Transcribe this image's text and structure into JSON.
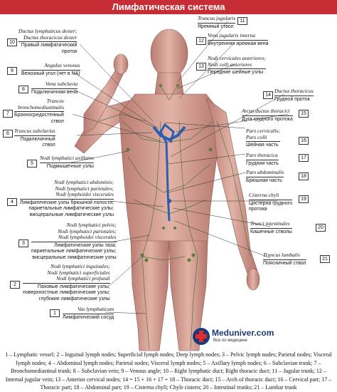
{
  "title": "Лимфатическая система",
  "labels": {
    "l10": {
      "num": "10",
      "lat": [
        "Ductus lymphaticus dexter;",
        "Ductus thoracicus dexter"
      ],
      "ru": [
        "Правый лимфатический",
        "проток"
      ]
    },
    "l9": {
      "num": "9",
      "lat": [
        "Angulus venosus"
      ],
      "ru": [
        "Венозный угол (нет в NA)"
      ]
    },
    "l8": {
      "num": "8",
      "lat": [
        "Vena subclavia"
      ],
      "ru": [
        "Подключичная вена"
      ]
    },
    "l7": {
      "num": "7",
      "lat": [
        "Truncus",
        "bronchomediastinalis"
      ],
      "ru": [
        "Бронхосредостенный",
        "ствол"
      ]
    },
    "l6": {
      "num": "6",
      "lat": [
        "Truncus subclavius"
      ],
      "ru": [
        "Подключичный",
        "ствол"
      ]
    },
    "l5": {
      "num": "5",
      "lat": [
        "Nodi lymphatici axillares"
      ],
      "ru": [
        "Подмышечные узлы"
      ]
    },
    "l4": {
      "num": "4",
      "lat": [
        "Nodi lymphatici abdominis;",
        "Nodi lymphatici parietales;",
        "Nodi lymphoidei viscerales"
      ],
      "ru": [
        "Лимфатические узлы брюшной полости;",
        "париетальные лимфатические узлы;",
        "висцеральные лимфатические узлы"
      ]
    },
    "l3": {
      "num": "3",
      "lat": [
        "Nodi lymphatici pelvis;",
        "Nodi lymphatici parietales;",
        "Nodi lymphoidei viscerales"
      ],
      "ru": [
        "Лимфатические узлы таза;",
        "париетальные лимфатические узлы;",
        "висцеральные лимфатические узлы"
      ]
    },
    "l2": {
      "num": "2",
      "lat": [
        "Nodi lymphatici inguinales;",
        "Nodi lymphatici superficiales",
        "Nodi lymphatici profundi"
      ],
      "ru": [
        "Паховые лимфатические узлы;",
        "поверхностные лимфатические узлы;",
        "глубокие лимфатические узлы"
      ]
    },
    "l1": {
      "num": "1",
      "lat": [
        "Vas lymphaticum"
      ],
      "ru": [
        "Лимфатический сосуд"
      ]
    },
    "l11": {
      "num": "11",
      "lat": [
        "Truncus jugularis"
      ],
      "ru": [
        "Яремный ствол"
      ]
    },
    "l12": {
      "num": "12",
      "lat": [
        "Vena jugularis interna"
      ],
      "ru": [
        "Внутренняя яремная вена"
      ]
    },
    "l13": {
      "num": "13",
      "lat": [
        "Nodi cervicales anteriores;",
        "Nodi colli anteriores"
      ],
      "ru": [
        "Передние шейные узлы"
      ]
    },
    "l14": {
      "num": "14",
      "lat": [
        "Ductus thoracicus"
      ],
      "ru": [
        "Грудной проток"
      ]
    },
    "l15": {
      "num": "15",
      "lat": [
        "Arcus ductus thoracici"
      ],
      "ru": [
        "Дуга грудного протока"
      ]
    },
    "l16": {
      "num": "16",
      "lat": [
        "Pars cervicalis;",
        "Pars colli"
      ],
      "ru": [
        "Шейная часть"
      ]
    },
    "l17": {
      "num": "17",
      "lat": [
        "Pars thoracica"
      ],
      "ru": [
        "Грудная часть"
      ]
    },
    "l18": {
      "num": "18",
      "lat": [
        "Pars abdominalis"
      ],
      "ru": [
        "Брюшная часть"
      ]
    },
    "l19": {
      "num": "19",
      "lat": [
        "Cisterna chyli"
      ],
      "ru": [
        "Цистерна грудного",
        "протока"
      ]
    },
    "l20": {
      "num": "20",
      "lat": [
        "Trunci intestinales"
      ],
      "ru": [
        "Кишечные стволы"
      ]
    },
    "l21": {
      "num": "21",
      "lat": [
        "Truncus lumbalis"
      ],
      "ru": [
        "Поясничный ствол"
      ]
    }
  },
  "logo": {
    "name": "Meduniver.com",
    "sub": "Все по медицине"
  },
  "legend": "1 – Lymphatic vessel; 2 – Inguinal lymph nodes; Superficial lymph nodes; Deep lymph nodes; 3 – Pelvic lymph nodes; Parietal nodes; Visceral lymph nodes; 4 – Abdominal lymph nodes; Parietal nodes; Visceral lymph nodes; 5 – Axillary lymph nodes; 6 – Subclavian trunk; 7 – Bronchomediastinal trunk; 8 – Subclavian vein; 9 – Venous angle; 10 – Right lymphatic duct; Right thoracic duct; 11 – Jugular trunk; 12 – Internal jugular vein; 13 – Anterior cervical nodes; 14 = 15 + 16 + 17 + 18 – Thoracic duct; 15 – Arch of thoracic duct; 16 – Cervical part; 17 – Thoracic part; 18 – Abdominal part; 19 – Cisterna chyli; Chyle cistern; 20 – Intestinal trunks; 21 – Lumbar trunk",
  "colors": {
    "title_bar": "#c62d34",
    "skin": "#d9a59a",
    "vessel": "#3f6b33",
    "duct": "#2c5fb0"
  }
}
